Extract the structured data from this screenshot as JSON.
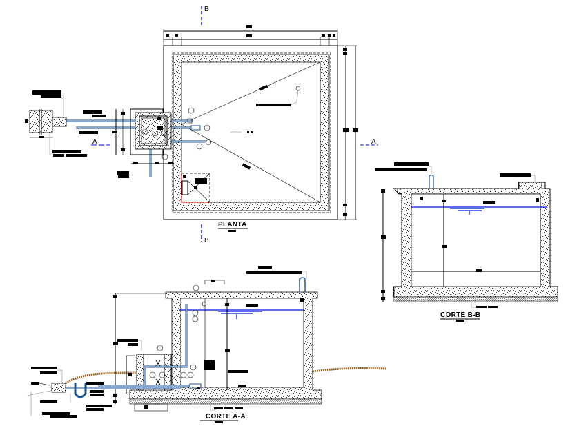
{
  "drawing": {
    "plan": {
      "title": "PLANTA",
      "section_b_marker": "B",
      "section_a_marker": "A"
    },
    "section_aa": {
      "title": "CORTE A-A"
    },
    "section_bb": {
      "title": "CORTE B-B"
    }
  },
  "colors": {
    "pipe": "#1a4f8f",
    "water_level": "#0010e0",
    "ground": "#9a6a2a",
    "section_marker": "#0010e0",
    "edge_highlight": "#e00000"
  }
}
